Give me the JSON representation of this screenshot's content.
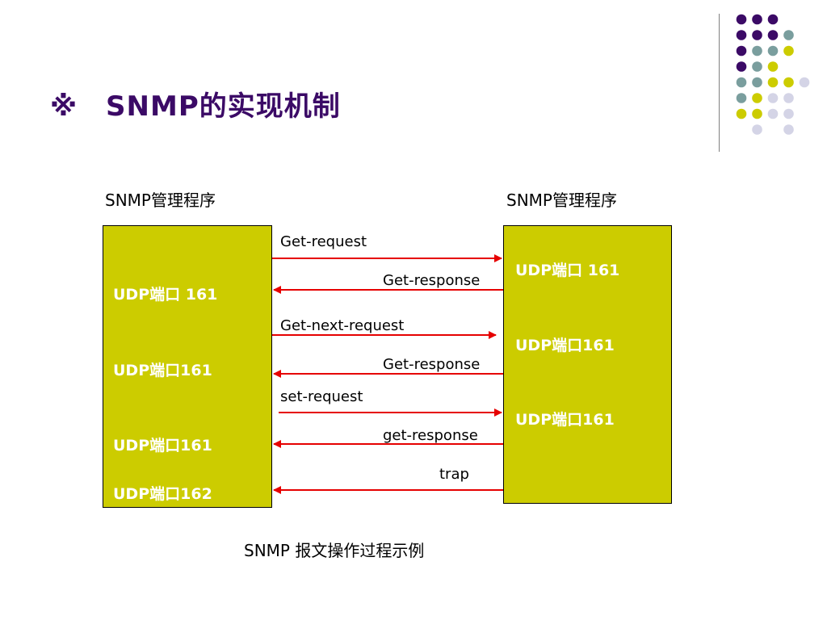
{
  "title": "※　SNMP的实现机制",
  "left_header": "SNMP管理程序",
  "right_header": "SNMP管理程序",
  "left_ports": [
    "UDP端口 161",
    "UDP端口161",
    "UDP端口161",
    "UDP端口162"
  ],
  "right_ports": [
    "UDP端口 161",
    "UDP端口161",
    "UDP端口161"
  ],
  "messages": [
    {
      "label": "Get-request",
      "direction": "right"
    },
    {
      "label": "Get-response",
      "direction": "left"
    },
    {
      "label": "Get-next-request",
      "direction": "right"
    },
    {
      "label": "Get-response",
      "direction": "left"
    },
    {
      "label": "set-request",
      "direction": "right"
    },
    {
      "label": "get-response",
      "direction": "left"
    },
    {
      "label": "trap",
      "direction": "left"
    }
  ],
  "caption": "SNMP 报文操作过程示例",
  "colors": {
    "title": "#3b0a66",
    "box": "#cccc00",
    "arrow": "#e60000",
    "dot_purple": "#3b0a66",
    "dot_teal": "#7a9e9e",
    "dot_yellow": "#cccc00",
    "dot_lavender": "#d4d4e6"
  }
}
